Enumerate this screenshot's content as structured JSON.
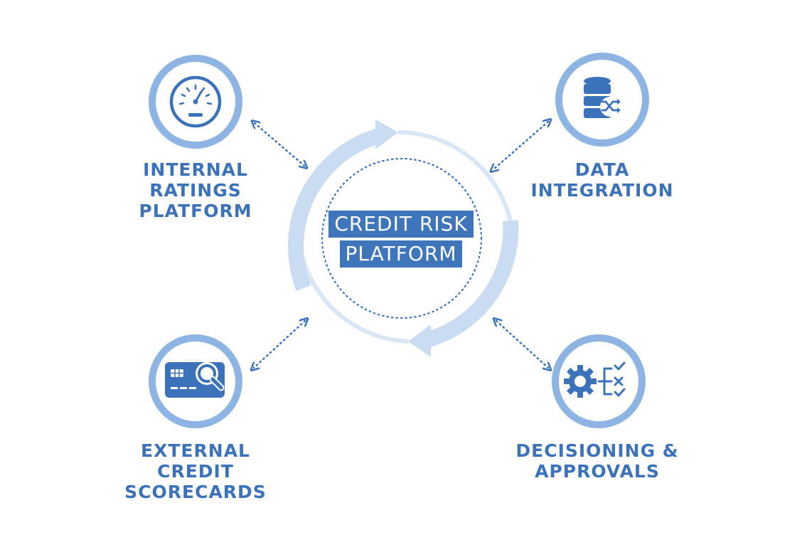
{
  "center": {
    "line1": "CREDIT RISK",
    "line2": "PLATFORM"
  },
  "nodes": [
    {
      "id": "internal-ratings",
      "icon": "speedometer-icon",
      "lines": [
        "INTERNAL",
        "RATINGS",
        "PLATFORM"
      ]
    },
    {
      "id": "data-integration",
      "icon": "database-shuffle-icon",
      "lines": [
        "DATA",
        "INTEGRATION"
      ]
    },
    {
      "id": "external-scorecards",
      "icon": "credit-card-search-icon",
      "lines": [
        "EXTERNAL",
        "CREDIT",
        "SCORECARDS"
      ]
    },
    {
      "id": "decisioning",
      "icon": "gear-checklist-icon",
      "lines": [
        "DECISIONING &",
        "APPROVALS"
      ]
    }
  ],
  "colors": {
    "primary": "#3b72b9",
    "ring": "#8db4e2",
    "arrow_light": "#c9dcf2"
  }
}
